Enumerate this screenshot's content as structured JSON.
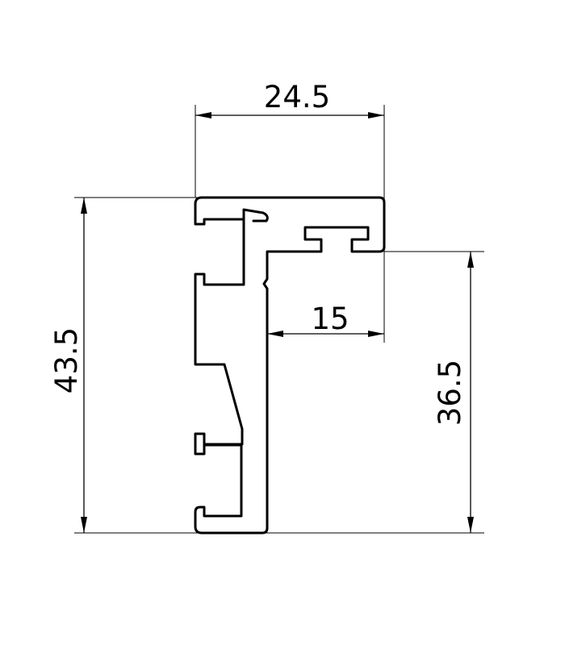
{
  "drawing": {
    "type": "aluminium-profile-cross-section",
    "line_color": "#000000",
    "background_color": "#ffffff"
  },
  "dimensions": {
    "top_width": {
      "label": "24.5",
      "value": 24.5
    },
    "inner_width": {
      "label": "15",
      "value": 15
    },
    "total_height": {
      "label": "43.5",
      "value": 43.5
    },
    "lower_height": {
      "label": "36.5",
      "value": 36.5
    }
  }
}
